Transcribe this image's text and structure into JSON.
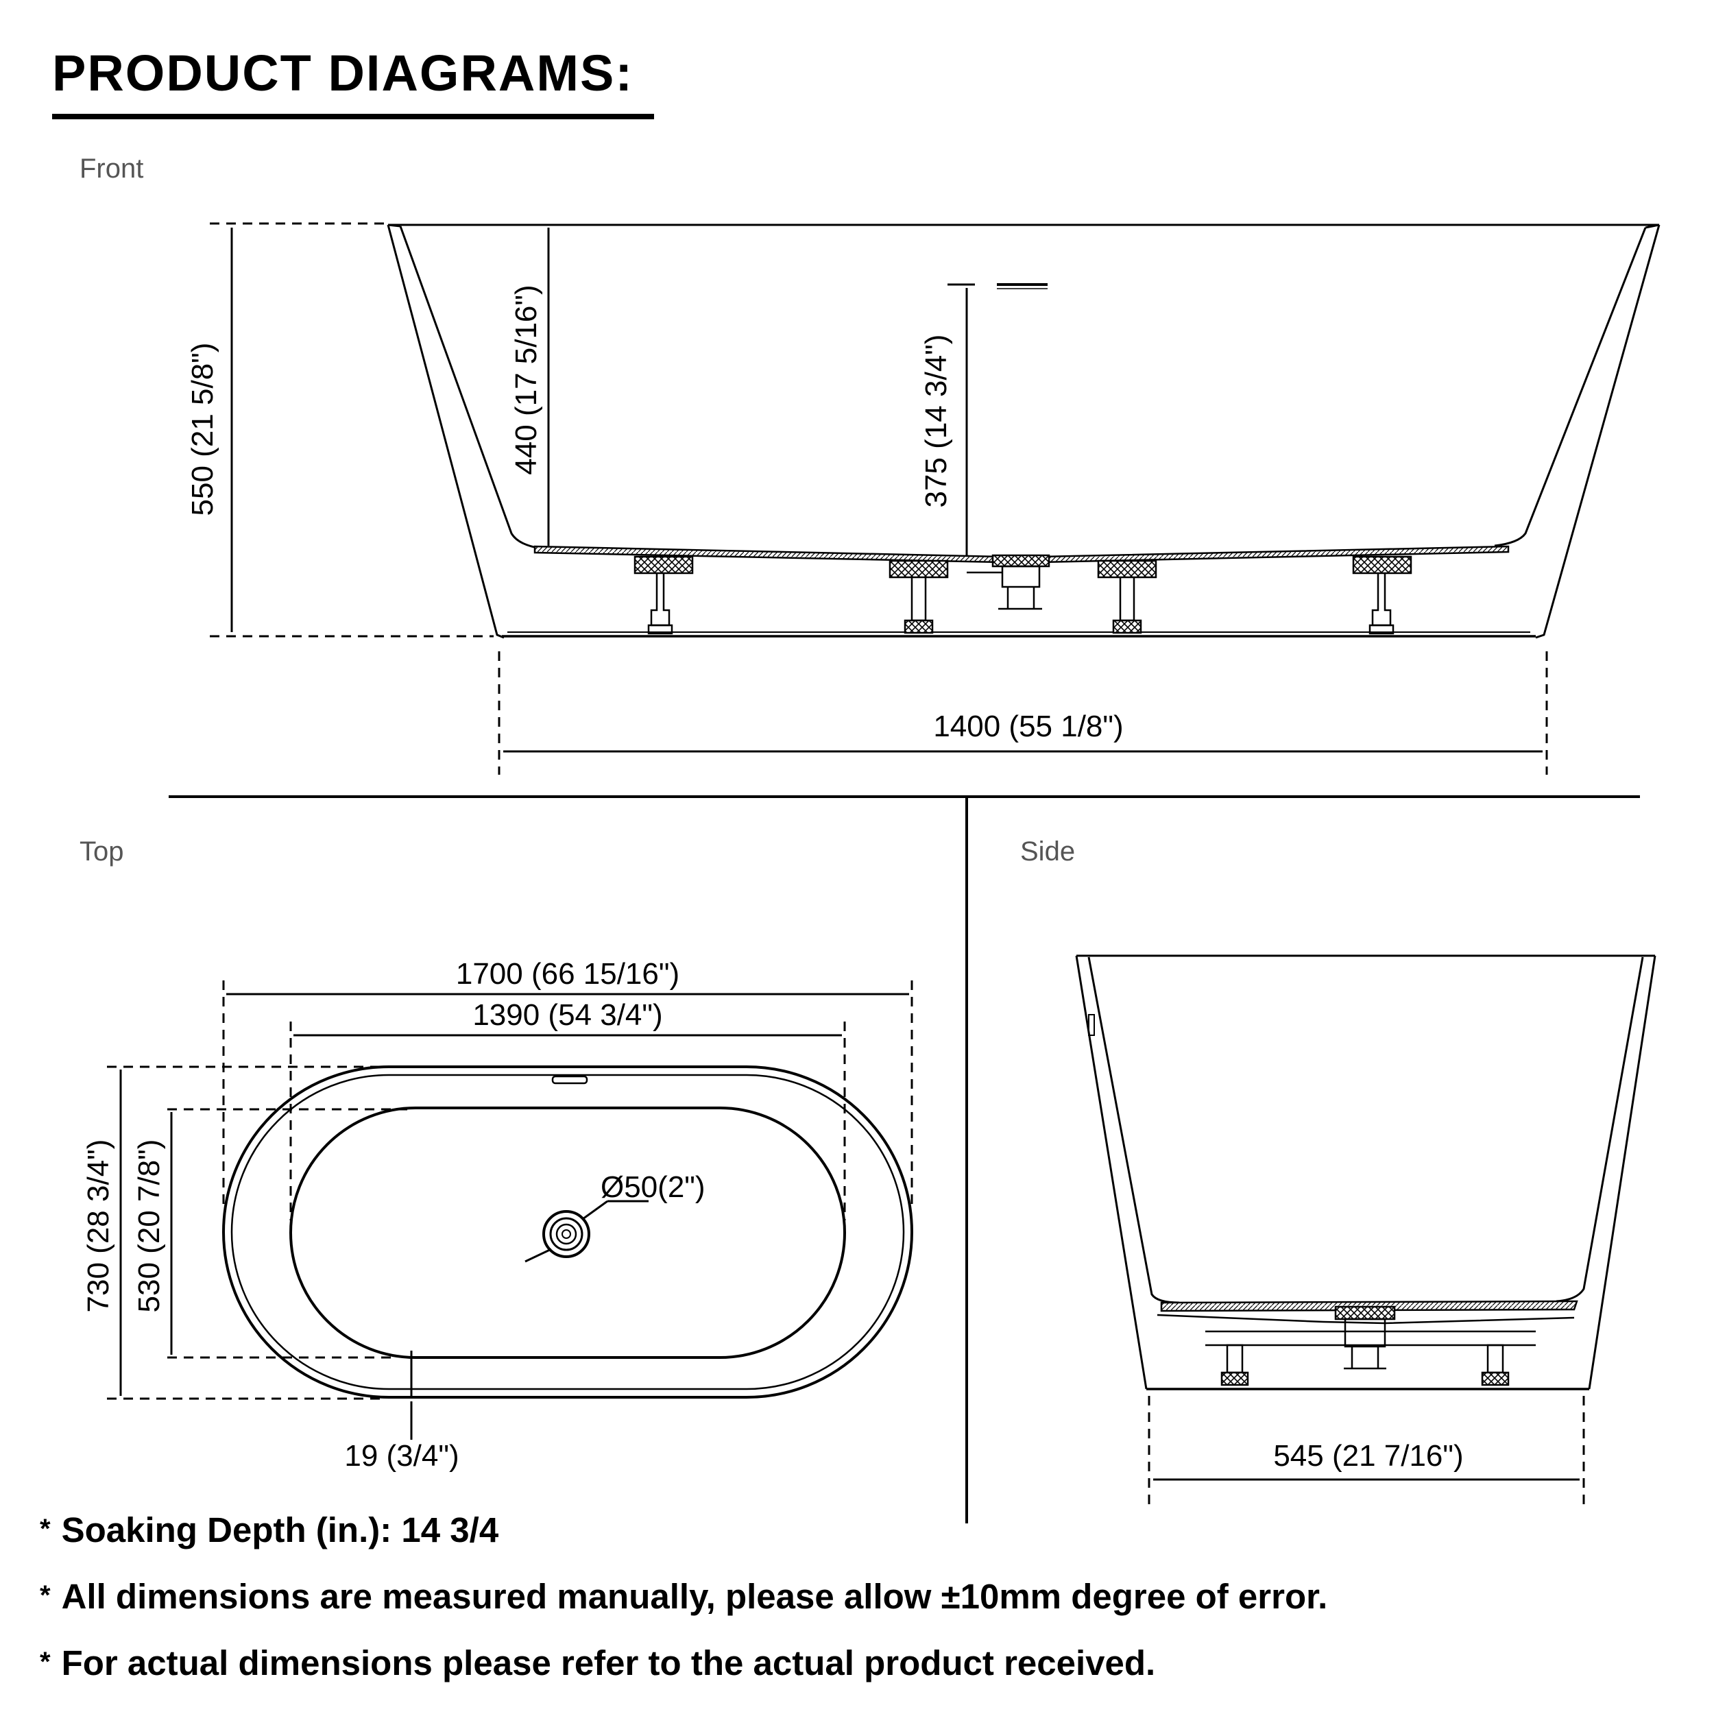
{
  "title": "PRODUCT DIAGRAMS:",
  "views": {
    "front": {
      "label": "Front",
      "dims": {
        "total_height": "550 (21 5/8\")",
        "interior_depth": "440 (17 5/16\")",
        "soaking_depth": "375 (14 3/4\")",
        "base_length": "1400 (55 1/8\")"
      }
    },
    "top": {
      "label": "Top",
      "dims": {
        "outer_length": "1700 (66 15/16\")",
        "inner_length": "1390 (54 3/4\")",
        "outer_width": "730 (28 3/4\")",
        "inner_width": "530 (20 7/8\")",
        "drain_diameter": "Ø50(2\")",
        "rim_thickness": "19 (3/4\")"
      }
    },
    "side": {
      "label": "Side",
      "dims": {
        "base_width": "545 (21 7/16\")"
      }
    }
  },
  "notes": [
    "Soaking Depth (in.): 14 3/4",
    "All dimensions are measured manually, please allow ±10mm degree of error.",
    "For actual dimensions please refer to the actual product received."
  ],
  "note_marker": "*",
  "colors": {
    "line": "#000000",
    "label": "#555555",
    "background": "#ffffff"
  }
}
